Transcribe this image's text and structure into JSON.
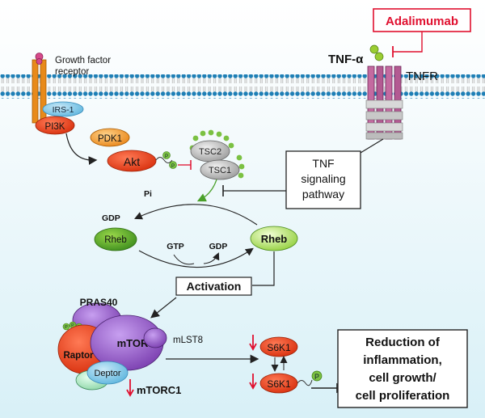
{
  "drug": {
    "name": "Adalimumab"
  },
  "ligand": {
    "label": "TNF-α"
  },
  "receptor": {
    "label": "TNFR"
  },
  "growth_factor": {
    "line1": "Growth factor",
    "line2": "receptor"
  },
  "adaptor": {
    "irs1": "IRS-1",
    "pi3k": "PI3K",
    "pdk1": "PDK1",
    "akt": "Akt"
  },
  "phospho": {
    "label": "P"
  },
  "tsc": {
    "tsc2": "TSC2",
    "tsc1": "TSC1"
  },
  "tnf_pathway": {
    "line1": "TNF",
    "line2": "signaling",
    "line3": "pathway"
  },
  "rheb_cycle": {
    "pi": "Pi",
    "gdp_left": "GDP",
    "rheb_gdp": "Rheb",
    "gtp": "GTP",
    "gdp_right": "GDP",
    "rheb_gtp": "Rheb"
  },
  "activation": {
    "label": "Activation"
  },
  "mtorc1": {
    "pras40": "PRAS40",
    "mtor": "mTOR",
    "raptor": "Raptor",
    "deptor": "Deptor",
    "mlst8": "mLST8",
    "complex": "mTORC1"
  },
  "s6k1": {
    "top": "S6K1",
    "bottom": "S6K1"
  },
  "outcome": {
    "line1": "Reduction of",
    "line2": "inflammation,",
    "line3": "cell growth/",
    "line4": "cell proliferation"
  },
  "colors": {
    "membrane": "#2a86b8",
    "drug_red": "#e0102f",
    "orange": "#ef8a1f",
    "red_orange": "#e8431b",
    "green": "#5aa02c",
    "purple": "#8a4bb8"
  }
}
